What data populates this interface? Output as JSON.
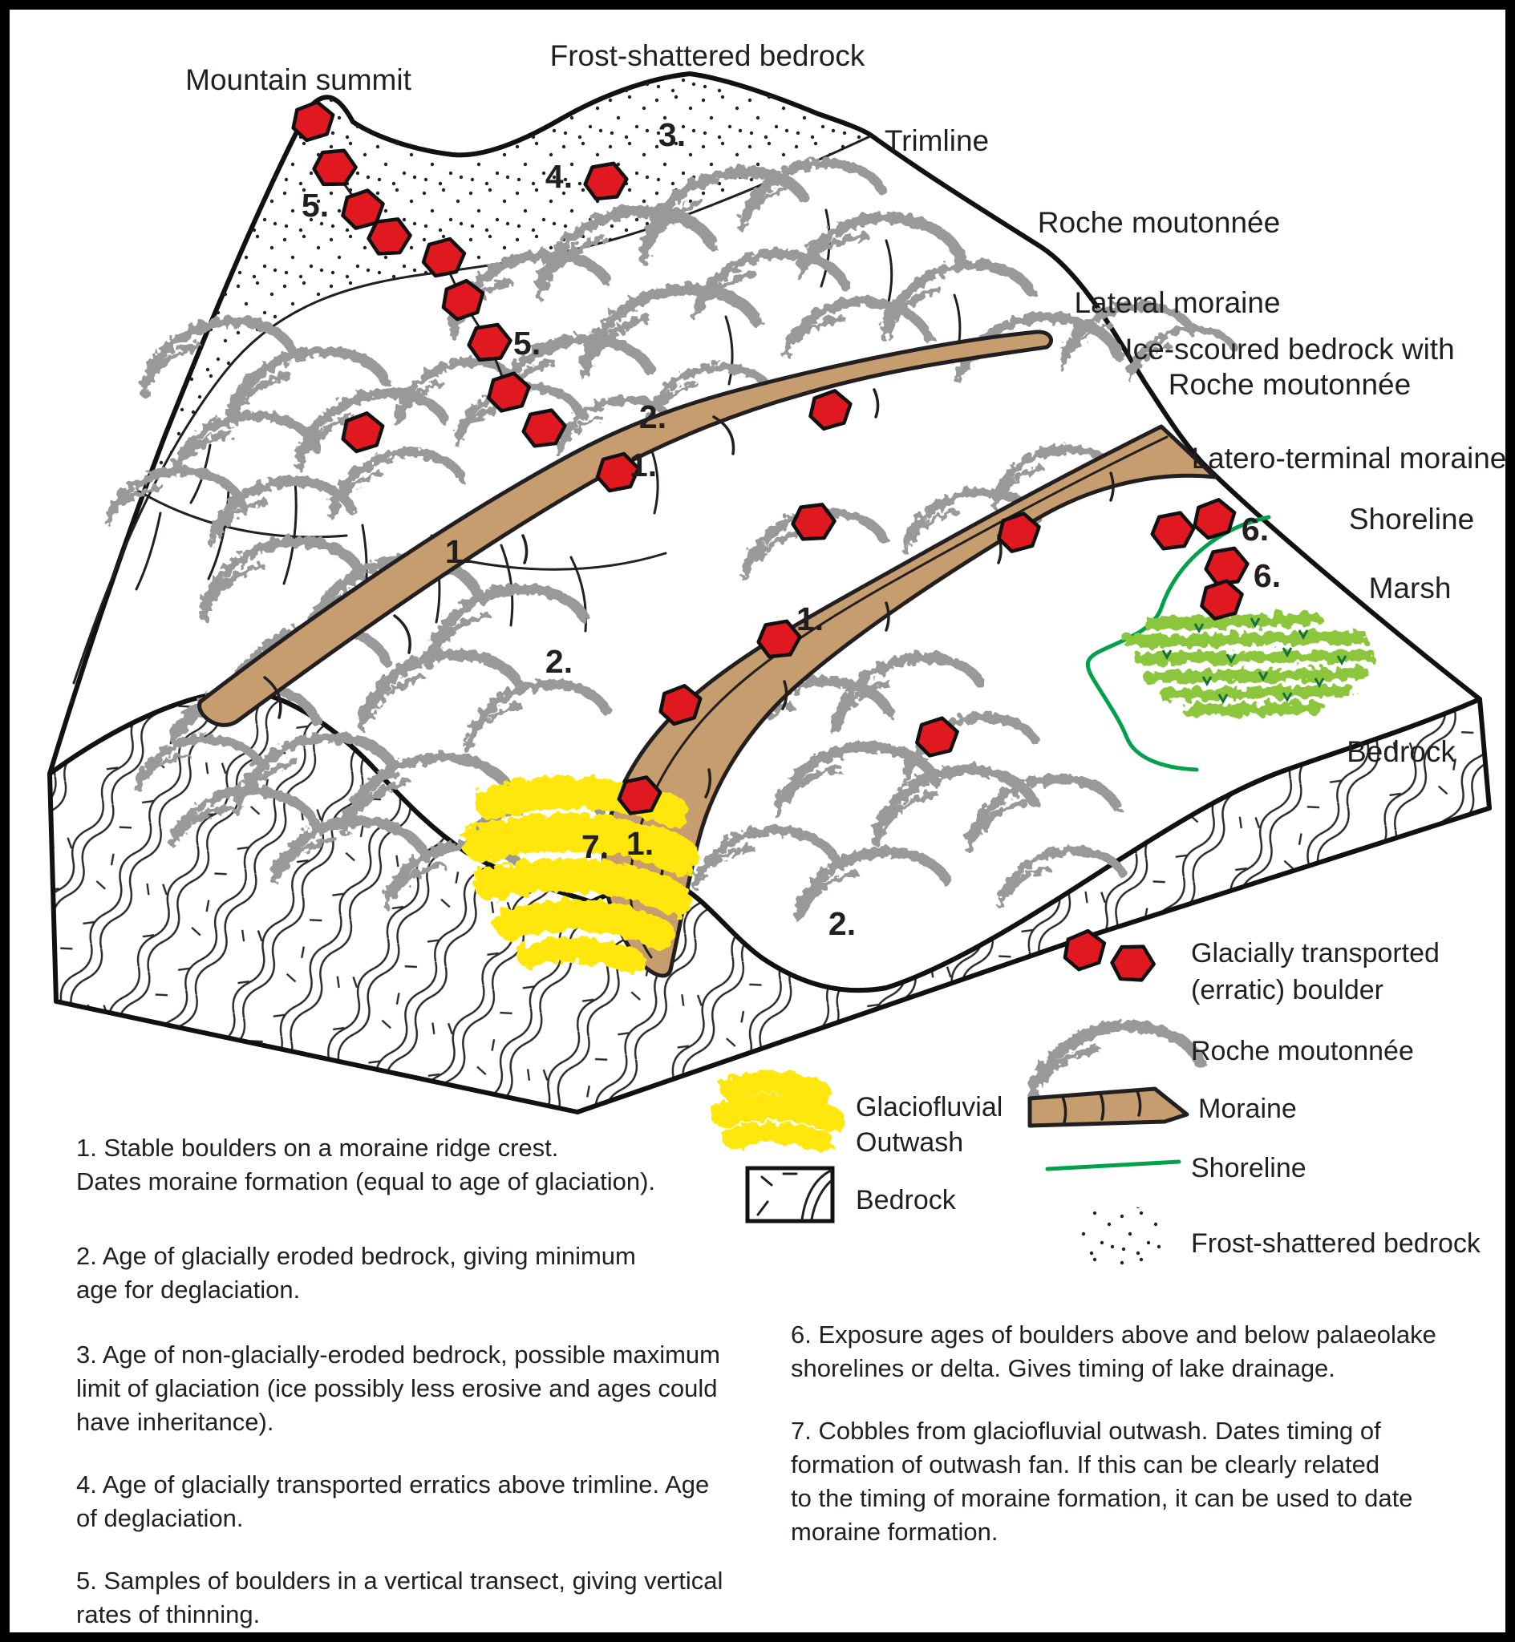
{
  "colors": {
    "ink": "#231f20",
    "boulder_red": "#e0181f",
    "moraine_tan": "#c59d6e",
    "roche_gray": "#999999",
    "marsh_green": "#8cc63e",
    "marsh_dark": "#14713d",
    "shoreline_green": "#00a14b",
    "outwash_yellow": "#ffe607"
  },
  "figure": {
    "labels": {
      "mountain_summit": "Mountain summit",
      "frost_shattered": "Frost-shattered bedrock",
      "trimline": "Trimline",
      "roche_moutonnee": "Roche moutonnée",
      "lateral_moraine": "Lateral moraine",
      "ice_scoured_line1": "Ice-scoured bedrock with",
      "ice_scoured_line2": "Roche moutonnée",
      "latero_terminal": "Latero-terminal moraine",
      "shoreline": "Shoreline",
      "marsh": "Marsh",
      "bedrock": "Bedrock"
    },
    "markers": {
      "n1": "1.",
      "n2": "2.",
      "n3": "3.",
      "n4": "4.",
      "n5": "5.",
      "n6": "6.",
      "n7": "7."
    }
  },
  "legend": {
    "erratic_line1": "Glacially transported",
    "erratic_line2": "(erratic) boulder",
    "roche": "Roche moutonnée",
    "moraine": "Moraine",
    "shoreline": "Shoreline",
    "frost": "Frost-shattered bedrock",
    "outwash_line1": "Glaciofluvial",
    "outwash_line2": "Outwash",
    "bedrock": "Bedrock"
  },
  "notes": {
    "left": [
      [
        "1. Stable boulders on a moraine ridge crest.",
        "Dates moraine formation (equal to age of glaciation)."
      ],
      [
        "2. Age of glacially eroded bedrock, giving minimum",
        "age for deglaciation."
      ],
      [
        "3. Age of non-glacially-eroded bedrock, possible maximum",
        "limit of glaciation (ice possibly less erosive and ages could",
        "have inheritance)."
      ],
      [
        "4. Age of glacially transported erratics above trimline. Age",
        "of deglaciation."
      ],
      [
        "5. Samples of boulders in a vertical transect, giving vertical",
        "rates of thinning."
      ]
    ],
    "right": [
      [
        "6. Exposure ages of boulders above and below palaeolake",
        "shorelines or delta. Gives timing of lake drainage."
      ],
      [
        "7. Cobbles from glaciofluvial outwash. Dates timing of",
        "formation of outwash fan. If this can be clearly related",
        "to the timing of moraine formation, it can be used to date",
        "moraine formation."
      ]
    ]
  }
}
